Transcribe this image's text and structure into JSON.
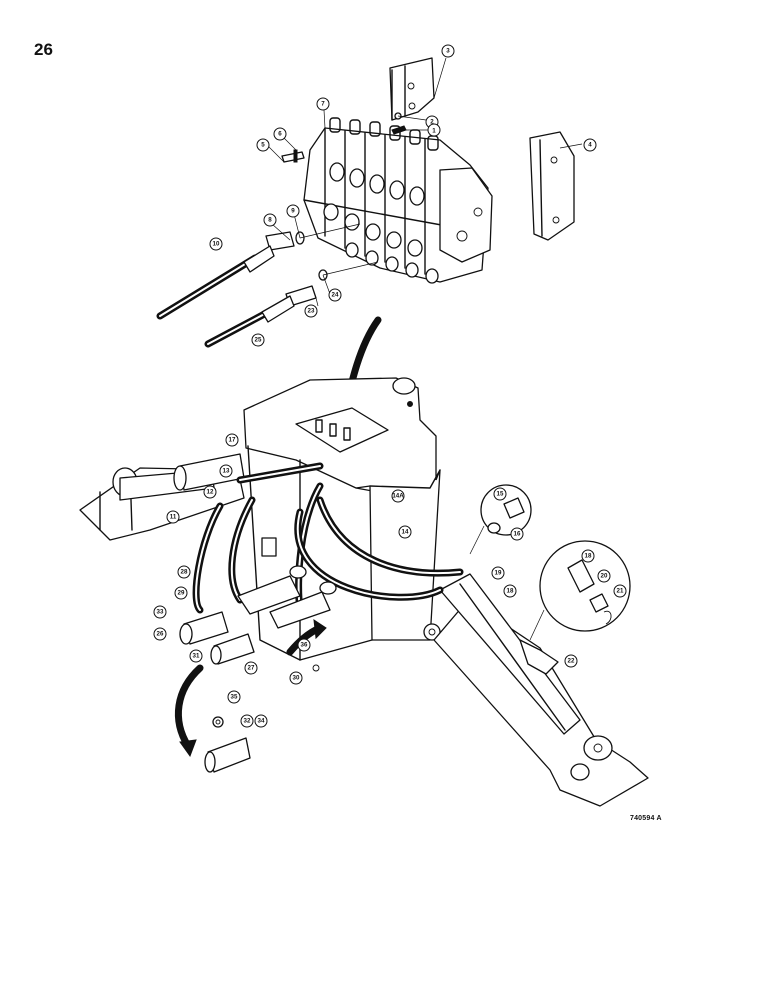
{
  "page_number": "26",
  "drawing_code": "740594 A",
  "callouts": [
    {
      "id": "c3",
      "label": "3"
    },
    {
      "id": "c7",
      "label": "7"
    },
    {
      "id": "c2",
      "label": "2"
    },
    {
      "id": "c1",
      "label": "1"
    },
    {
      "id": "c4",
      "label": "4"
    },
    {
      "id": "c5",
      "label": "5"
    },
    {
      "id": "c6",
      "label": "6"
    },
    {
      "id": "c8",
      "label": "8"
    },
    {
      "id": "c9",
      "label": "9"
    },
    {
      "id": "c10",
      "label": "10"
    },
    {
      "id": "c24",
      "label": "24"
    },
    {
      "id": "c23",
      "label": "23"
    },
    {
      "id": "c25",
      "label": "25"
    },
    {
      "id": "c17",
      "label": "17"
    },
    {
      "id": "c13",
      "label": "13"
    },
    {
      "id": "c12",
      "label": "12"
    },
    {
      "id": "c11",
      "label": "11"
    },
    {
      "id": "c14A",
      "label": "14A"
    },
    {
      "id": "c14",
      "label": "14"
    },
    {
      "id": "c15",
      "label": "15"
    },
    {
      "id": "c16",
      "label": "16"
    },
    {
      "id": "c18a",
      "label": "18"
    },
    {
      "id": "c20",
      "label": "20"
    },
    {
      "id": "c21",
      "label": "21"
    },
    {
      "id": "c19",
      "label": "19"
    },
    {
      "id": "c18b",
      "label": "18"
    },
    {
      "id": "c22",
      "label": "22"
    },
    {
      "id": "c28",
      "label": "28"
    },
    {
      "id": "c29",
      "label": "29"
    },
    {
      "id": "c33",
      "label": "33"
    },
    {
      "id": "c26",
      "label": "26"
    },
    {
      "id": "c31",
      "label": "31"
    },
    {
      "id": "c27",
      "label": "27"
    },
    {
      "id": "c36",
      "label": "36"
    },
    {
      "id": "c30",
      "label": "30"
    },
    {
      "id": "c35",
      "label": "35"
    },
    {
      "id": "c32",
      "label": "32"
    },
    {
      "id": "c34",
      "label": "34"
    }
  ]
}
